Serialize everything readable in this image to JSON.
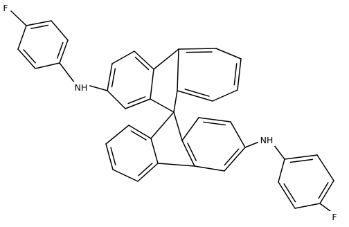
{
  "molecule": {
    "atom_labels": {
      "fluorine_top": "F",
      "amine_left": "NH",
      "amine_right": "NH",
      "fluorine_bottom": "F"
    }
  },
  "colors": {
    "bond": "#000000",
    "background": "#ffffff"
  }
}
